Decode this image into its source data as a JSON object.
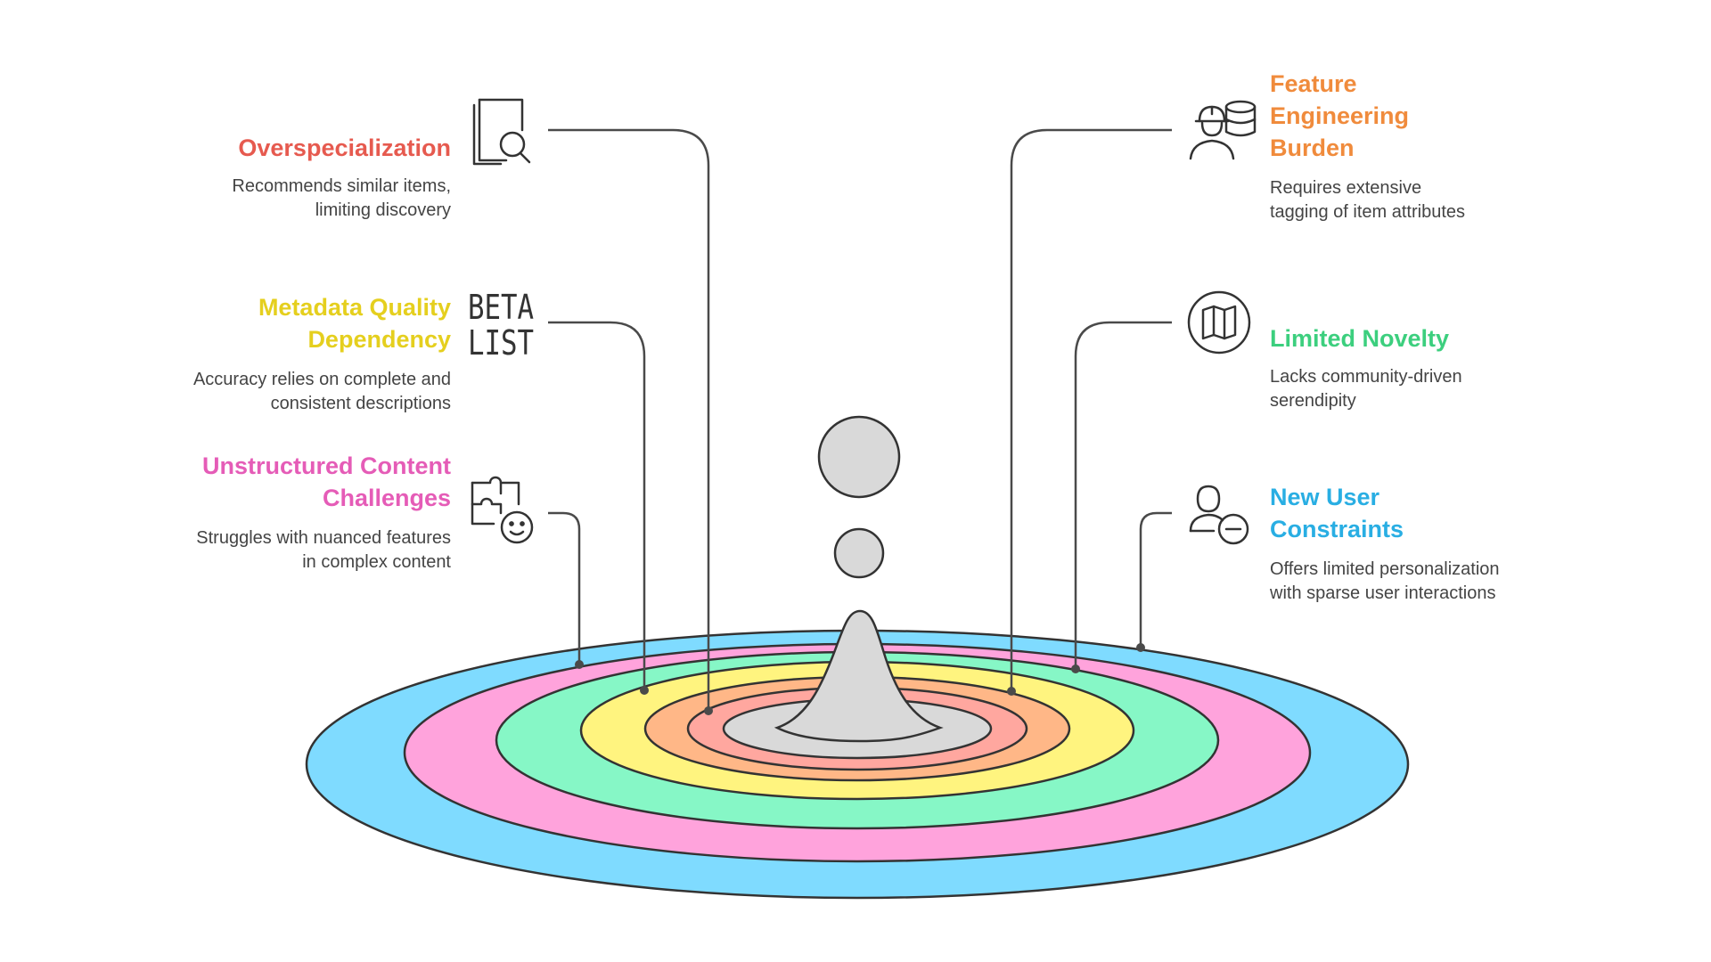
{
  "colors": {
    "ring_outer": "#7fdbff",
    "ring_2": "#ffa3dc",
    "ring_3": "#86f7c6",
    "ring_4": "#fff47f",
    "ring_5": "#ffb787",
    "ring_6": "#ffa79f",
    "center": "#d9d9d9",
    "line": "#4a4a4a"
  },
  "items": [
    {
      "id": "overspecialization",
      "title": "Overspecialization",
      "description": "Recommends similar items, limiting discovery",
      "color": "#e65a4f",
      "icon": "book-search-icon"
    },
    {
      "id": "metadata-quality",
      "title": "Metadata Quality Dependency",
      "description": "Accuracy relies on complete and consistent descriptions",
      "color": "#e5cf1e",
      "icon": "beta-list-icon",
      "icon_text": [
        "BETA",
        "LIST"
      ]
    },
    {
      "id": "unstructured-content",
      "title": "Unstructured Content Challenges",
      "description": "Struggles with nuanced features in complex content",
      "color": "#e55cb7",
      "icon": "puzzle-face-icon"
    },
    {
      "id": "feature-engineering",
      "title": "Feature Engineering Burden",
      "description": "Requires extensive tagging of item attributes",
      "color": "#f08b3c",
      "icon": "engineer-database-icon"
    },
    {
      "id": "limited-novelty",
      "title": "Limited Novelty",
      "description": "Lacks community-driven serendipity",
      "color": "#3ccf7e",
      "icon": "map-icon"
    },
    {
      "id": "new-user",
      "title": "New User Constraints",
      "description": "Offers limited personalization with sparse user interactions",
      "color": "#29aee3",
      "icon": "user-remove-icon"
    }
  ]
}
